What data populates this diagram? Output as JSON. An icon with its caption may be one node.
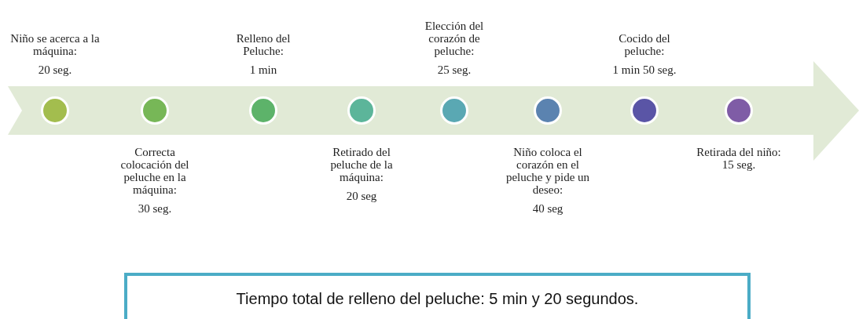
{
  "diagram": {
    "nodes": [
      {
        "text": [],
        "shape": "circle",
        "beside": [
          "Niño se acerca a la máquina:",
          "20 seg."
        ]
      },
      {
        "text": [],
        "shape": "circle",
        "beside": [
          "Correcta colocación del peluche en la máquina:",
          "30 seg."
        ]
      },
      {
        "text": [],
        "shape": "circle",
        "beside": [
          "Relleno del Peluche:",
          "1 min"
        ]
      },
      {
        "text": [],
        "shape": "circle",
        "beside": [
          "Retirado del peluche de la máquina:",
          "20 seg"
        ]
      },
      {
        "text": [],
        "shape": "circle",
        "beside": [
          "Elección del corazón de peluche:",
          "25 seg."
        ]
      },
      {
        "text": [],
        "shape": "circle",
        "beside": [
          "Niño coloca el corazón en el peluche y pide un deseo:",
          "40 seg"
        ]
      },
      {
        "text": [],
        "shape": "circle",
        "beside": [
          "Cocido del peluche:",
          "1 min 50 seg."
        ]
      },
      {
        "text": [],
        "shape": "circle",
        "beside": [
          "Retirada del niño:",
          "15 seg."
        ]
      },
      {
        "text": [
          "Tiempo total de relleno del peluche: 5 min y 20 segundos."
        ]
      }
    ],
    "edges": []
  }
}
